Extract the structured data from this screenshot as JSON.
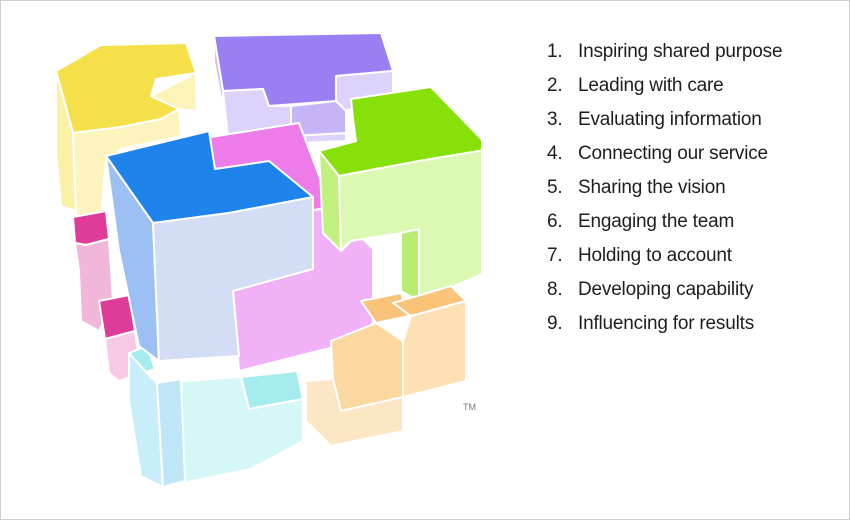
{
  "colors": {
    "yellow": "#f6e04a",
    "purple": "#9a7ff2",
    "green": "#88e00a",
    "blue": "#1e83ea",
    "magenta": "#ee7ce8",
    "pink": "#df3c99",
    "cyan": "#a6ecef",
    "orange": "#f9c479"
  },
  "trademark": "TM",
  "behaviours": [
    {
      "num": "1.",
      "label": "Inspiring shared purpose"
    },
    {
      "num": "2.",
      "label": "Leading with care"
    },
    {
      "num": "3.",
      "label": "Evaluating information"
    },
    {
      "num": "4.",
      "label": "Connecting our service"
    },
    {
      "num": "5.",
      "label": "Sharing the vision"
    },
    {
      "num": "6.",
      "label": "Engaging the team"
    },
    {
      "num": "7.",
      "label": "Holding to account"
    },
    {
      "num": "8.",
      "label": "Developing capability"
    },
    {
      "num": "9.",
      "label": "Influencing for results"
    }
  ]
}
